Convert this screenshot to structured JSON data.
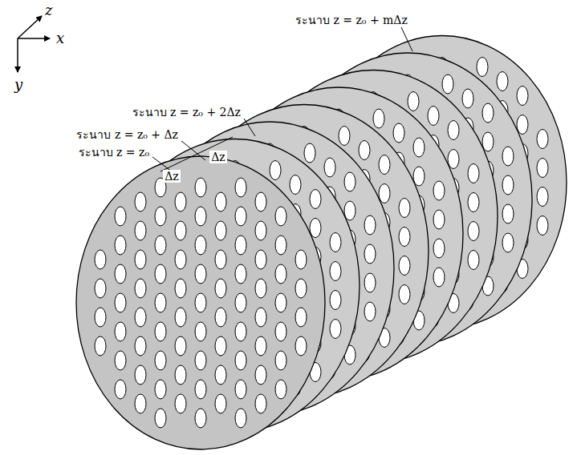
{
  "diagram": {
    "labels": [
      "z",
      "x",
      "y",
      "ระนาบ z = z₀ + mΔz",
      "ระนาบ z = z₀ + 2Δz",
      "ระนาบ z = z₀ + Δz",
      "ระนาบ z = z₀",
      "Δz",
      "Δz"
    ]
  }
}
